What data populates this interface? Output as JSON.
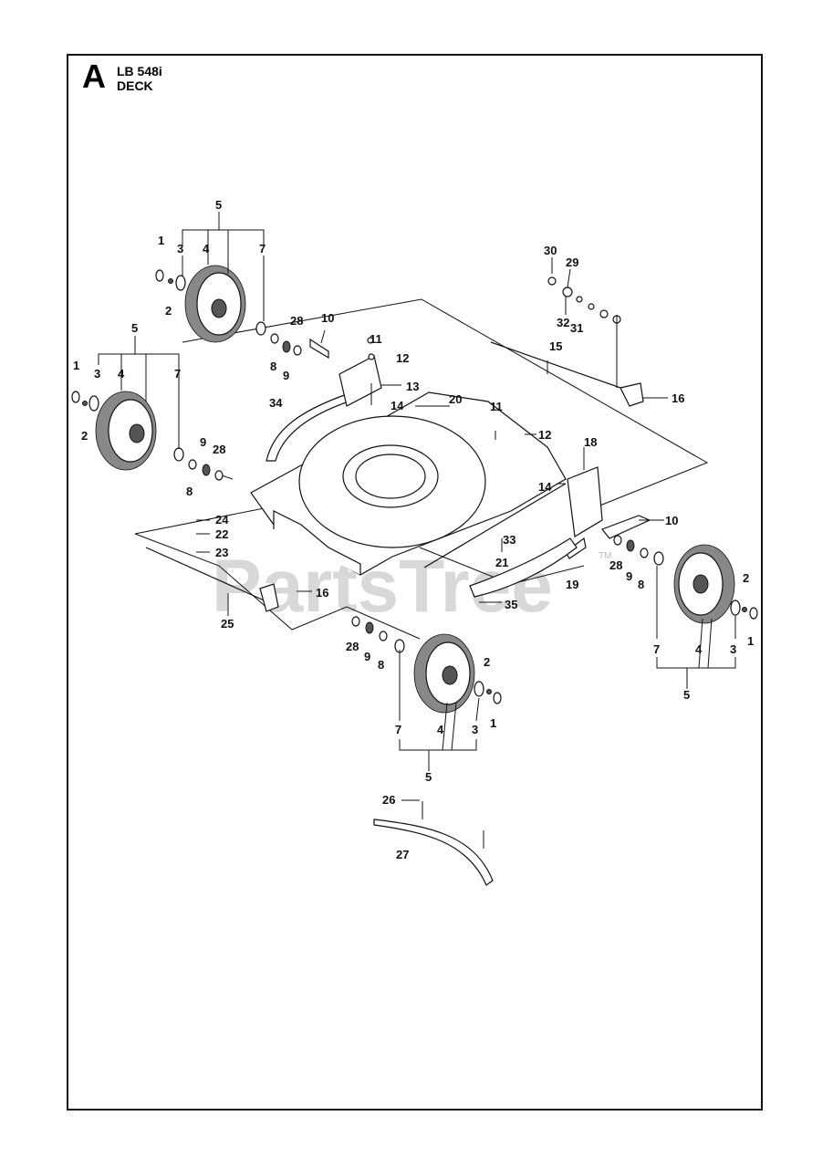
{
  "header": {
    "section_letter": "A",
    "model": "LB 548i",
    "section_name": "DECK"
  },
  "watermark": {
    "text": "PartsTree",
    "trademark": "TM"
  },
  "callouts": {
    "c1a": "1",
    "c1b": "1",
    "c1c": "1",
    "c1d": "1",
    "c2a": "2",
    "c2b": "2",
    "c2c": "2",
    "c2d": "2",
    "c3a": "3",
    "c3b": "3",
    "c3c": "3",
    "c3d": "3",
    "c4a": "4",
    "c4b": "4",
    "c4c": "4",
    "c4d": "4",
    "c5a": "5",
    "c5b": "5",
    "c5c": "5",
    "c5d": "5",
    "c7a": "7",
    "c7b": "7",
    "c7c": "7",
    "c7d": "7",
    "c8a": "8",
    "c8b": "8",
    "c8c": "8",
    "c8d": "8",
    "c9a": "9",
    "c9b": "9",
    "c9c": "9",
    "c9d": "9",
    "c10a": "10",
    "c10b": "10",
    "c11a": "11",
    "c11b": "11",
    "c12a": "12",
    "c12b": "12",
    "c13": "13",
    "c14a": "14",
    "c14b": "14",
    "c15": "15",
    "c16a": "16",
    "c16b": "16",
    "c18": "18",
    "c19": "19",
    "c20": "20",
    "c21": "21",
    "c22": "22",
    "c23": "23",
    "c24": "24",
    "c25": "25",
    "c26": "26",
    "c27": "27",
    "c28a": "28",
    "c28b": "28",
    "c28c": "28",
    "c28d": "28",
    "c29": "29",
    "c30": "30",
    "c31": "31",
    "c32": "32",
    "c33": "33",
    "c34": "34",
    "c35": "35"
  },
  "colors": {
    "line": "#111111",
    "watermark": "#c8c8c8",
    "background": "#ffffff"
  }
}
